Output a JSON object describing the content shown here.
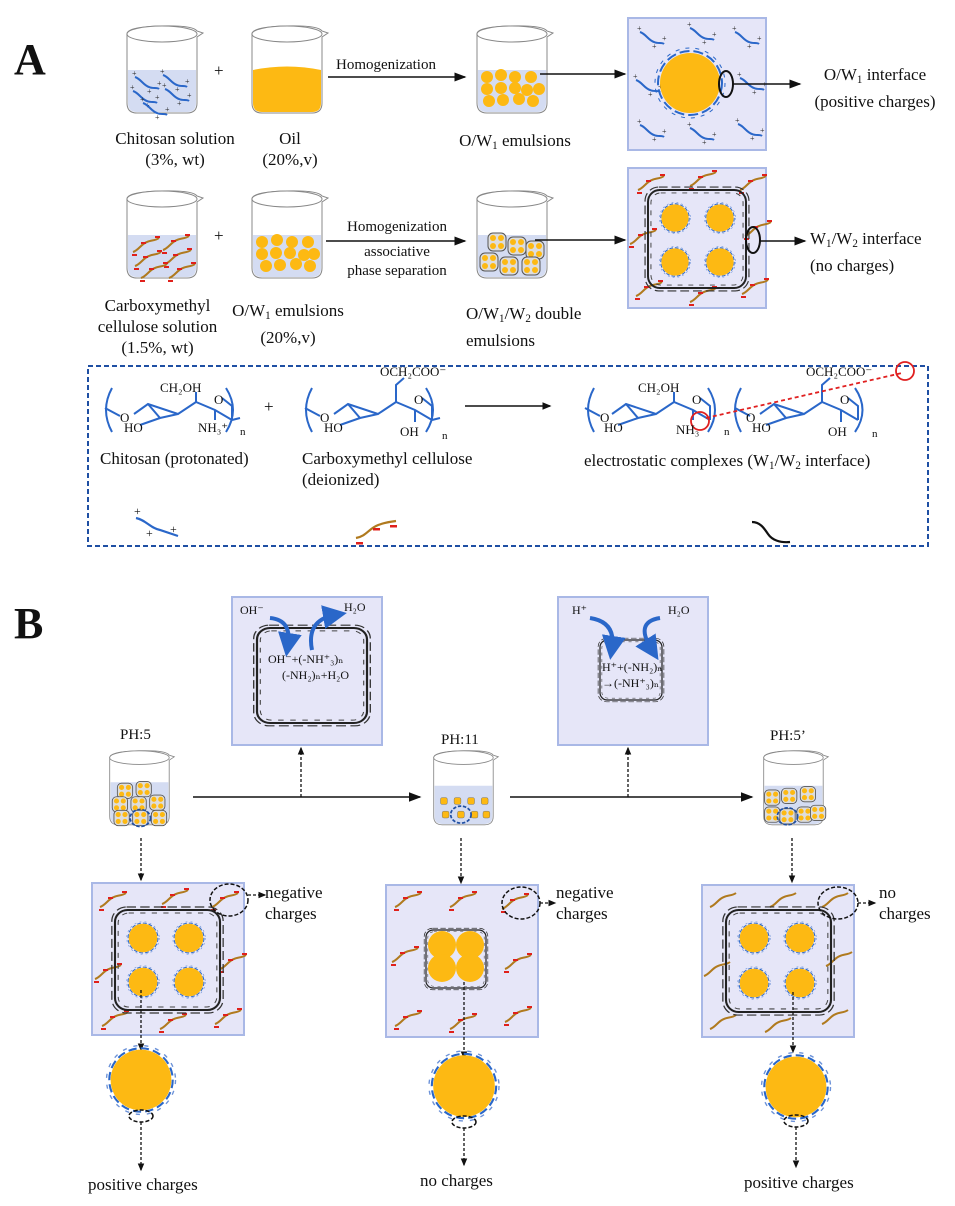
{
  "panels": {
    "A": {
      "letter": "A",
      "row1": {
        "beaker1": {
          "name": "Chitosan solution",
          "detail": "(3%, wt)"
        },
        "plus": "+",
        "beaker2": {
          "name": "Oil",
          "detail": "(20%,v)"
        },
        "arrow_label": "Homogenization",
        "beaker3": {
          "name_prefix": "O/W",
          "name_sub": "1",
          "name_suffix": " emulsions"
        },
        "interface": {
          "prefix": "O/W",
          "sub": "1",
          "suffix": " interface",
          "detail": "(positive charges)"
        }
      },
      "row2": {
        "beaker1": {
          "line1": "Carboxymethyl",
          "line2": "cellulose solution",
          "line3": "(1.5%, wt)"
        },
        "plus": "+",
        "beaker2": {
          "prefix": "O/W",
          "sub": "1",
          "suffix": " emulsions",
          "detail": "(20%,v)"
        },
        "arrow_label_1": "Homogenization",
        "arrow_label_2": "associative",
        "arrow_label_3": "phase separation",
        "beaker3": {
          "p1": "O/W",
          "s1": "1",
          "p2": "/W",
          "s2": "2",
          "p3": " double",
          "line2": "emulsions"
        },
        "interface": {
          "p1": "W",
          "s1": "1",
          "p2": "/W",
          "s2": "2",
          "p3": " interface",
          "detail": "(no charges)"
        }
      },
      "legend": {
        "chitosan": {
          "label": "Chitosan (protonated)",
          "group": "CH₂OH",
          "ring_o": "O",
          "link_o": "O",
          "ho": "HO",
          "nh": "NH₃⁺",
          "n": "n"
        },
        "plus": "+",
        "cmc": {
          "label_1": "Carboxymethyl cellulose",
          "label_2": "(deionized)",
          "group": "OCH₂COO⁻",
          "ring_o": "O",
          "link_o": "O",
          "ho": "HO",
          "oh": "OH",
          "n": "n"
        },
        "complex": {
          "label_prefix": "electrostatic complexes (W",
          "s1": "1",
          "mid": "/W",
          "s2": "2",
          "suffix": " interface)",
          "group1": "CH₂OH",
          "group2": "OCH₂COO⁻",
          "ho": "HO",
          "nh": "NH₃",
          "oh": "OH",
          "ring_o": "O",
          "link_o": "O",
          "n": "n"
        }
      }
    },
    "B": {
      "letter": "B",
      "mechanism1": {
        "ion": "OH⁻",
        "product": "H₂O",
        "eq1": "OH⁻+(-NH⁺₃)ₙ",
        "eq2": "(-NH₂)ₙ+H₂O"
      },
      "mechanism2": {
        "ion": "H⁺",
        "product": "H₂O",
        "eq1": "H⁺+(-NH₂)ₙ",
        "eq2": "→(-NH⁺₃)ₙ"
      },
      "stages": [
        {
          "ph": "PH:5",
          "outer_note_1": "negative",
          "outer_note_2": "charges",
          "droplet_note": "positive charges"
        },
        {
          "ph": "PH:11",
          "outer_note_1": "negative",
          "outer_note_2": "charges",
          "droplet_note": "no charges"
        },
        {
          "ph": "PH:5’",
          "outer_note_1": "no",
          "outer_note_2": "charges",
          "droplet_note": "positive charges"
        }
      ]
    }
  },
  "colors": {
    "oil": "#fdb913",
    "solution": "#d4dcf2",
    "box_fill": "#e6e6f8",
    "box_border": "#a9b8e6",
    "chitosan": "#2a67c9",
    "cmc": "#b07a1e",
    "neg_charge": "#e0201b",
    "complex": "#222222",
    "legend_border": "#1f4fa3",
    "highlight": "#e02020"
  }
}
